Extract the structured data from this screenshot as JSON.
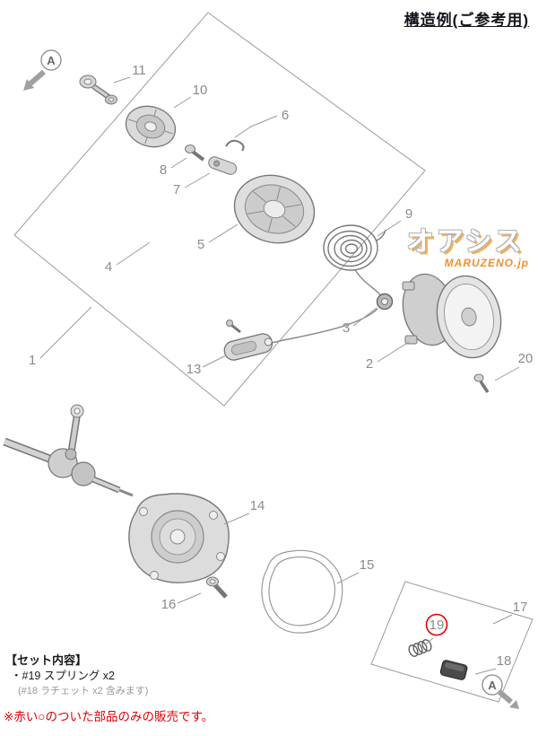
{
  "header": {
    "title": "構造例(ご参考用)"
  },
  "watermark": {
    "line1": "オアシス",
    "line2": "MARUZENO.jp"
  },
  "view_marker": {
    "label": "A"
  },
  "parts": [
    {
      "label": "1"
    },
    {
      "label": "2"
    },
    {
      "label": "3"
    },
    {
      "label": "4"
    },
    {
      "label": "5"
    },
    {
      "label": "6"
    },
    {
      "label": "7"
    },
    {
      "label": "8"
    },
    {
      "label": "9"
    },
    {
      "label": "10"
    },
    {
      "label": "11"
    },
    {
      "label": "13"
    },
    {
      "label": "14"
    },
    {
      "label": "15"
    },
    {
      "label": "16"
    },
    {
      "label": "17"
    },
    {
      "label": "18"
    },
    {
      "label": "19",
      "highlighted": true
    },
    {
      "label": "20"
    }
  ],
  "notes": {
    "set_header": "【セット内容】",
    "set_item": "・#19 スプリング x2",
    "set_detail": "(#18 ラチェット x2 含みます)",
    "warning": "※赤い○のついた部品のみの販売です。"
  },
  "colors": {
    "label_gray": "#8b8b8b",
    "line_gray": "#9a9a9a",
    "highlight_red": "#e60000",
    "warning_red": "#dd0000",
    "watermark_orange": "#f09030"
  }
}
